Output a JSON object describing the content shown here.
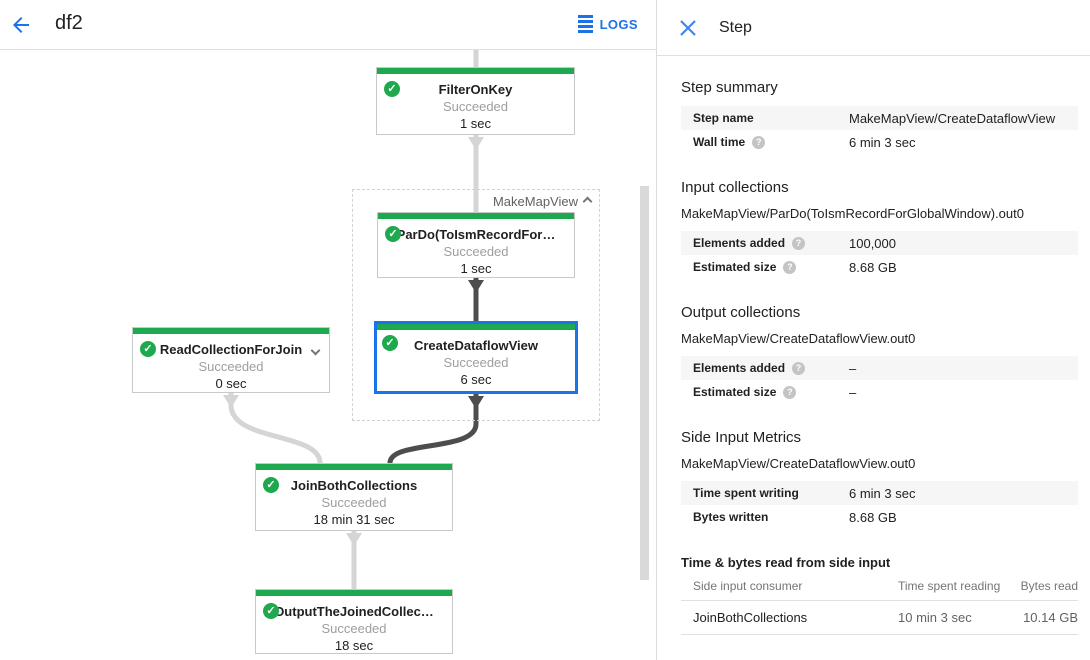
{
  "topbar": {
    "title": "df2",
    "logs_label": "LOGS"
  },
  "graph": {
    "group_label": "MakeMapView",
    "nodes": {
      "filterOnKey": {
        "title": "FilterOnKey",
        "status": "Succeeded",
        "time": "1 sec"
      },
      "parDo": {
        "title": "ParDo(ToIsmRecordFor…",
        "status": "Succeeded",
        "time": "1 sec"
      },
      "createDataflowView": {
        "title": "CreateDataflowView",
        "status": "Succeeded",
        "time": "6 sec",
        "selected": true
      },
      "readCollectionForJoin": {
        "title": "ReadCollectionForJoin",
        "status": "Succeeded",
        "time": "0 sec"
      },
      "joinBothCollections": {
        "title": "JoinBothCollections",
        "status": "Succeeded",
        "time": "18 min 31 sec"
      },
      "outputTheJoinedCollection": {
        "title": "OutputTheJoinedCollec…",
        "status": "Succeeded",
        "time": "18 sec"
      }
    }
  },
  "panel": {
    "title": "Step",
    "step_summary": {
      "heading": "Step summary",
      "step_name_label": "Step name",
      "step_name_value": "MakeMapView/CreateDataflowView",
      "wall_time_label": "Wall time",
      "wall_time_value": "6 min 3 sec"
    },
    "input_collections": {
      "heading": "Input collections",
      "collection_name": "MakeMapView/ParDo(ToIsmRecordForGlobalWindow).out0",
      "elements_added_label": "Elements added",
      "elements_added_value": "100,000",
      "estimated_size_label": "Estimated size",
      "estimated_size_value": "8.68 GB"
    },
    "output_collections": {
      "heading": "Output collections",
      "collection_name": "MakeMapView/CreateDataflowView.out0",
      "elements_added_label": "Elements added",
      "elements_added_value": "–",
      "estimated_size_label": "Estimated size",
      "estimated_size_value": "–"
    },
    "side_input_metrics": {
      "heading": "Side Input Metrics",
      "collection_name": "MakeMapView/CreateDataflowView.out0",
      "time_spent_writing_label": "Time spent writing",
      "time_spent_writing_value": "6 min 3 sec",
      "bytes_written_label": "Bytes written",
      "bytes_written_value": "8.68 GB"
    },
    "side_input_table": {
      "title": "Time & bytes read from side input",
      "col_consumer": "Side input consumer",
      "col_time": "Time spent reading",
      "col_bytes": "Bytes read",
      "row": {
        "consumer": "JoinBothCollections",
        "time": "10 min 3 sec",
        "bytes": "10.14 GB"
      }
    }
  },
  "colors": {
    "accent_blue": "#1a73e8",
    "success_green": "#1ea94e",
    "selected_border": "#1a73e8",
    "edge_light": "#d5d5d5",
    "edge_dark": "#4d4d4d"
  }
}
